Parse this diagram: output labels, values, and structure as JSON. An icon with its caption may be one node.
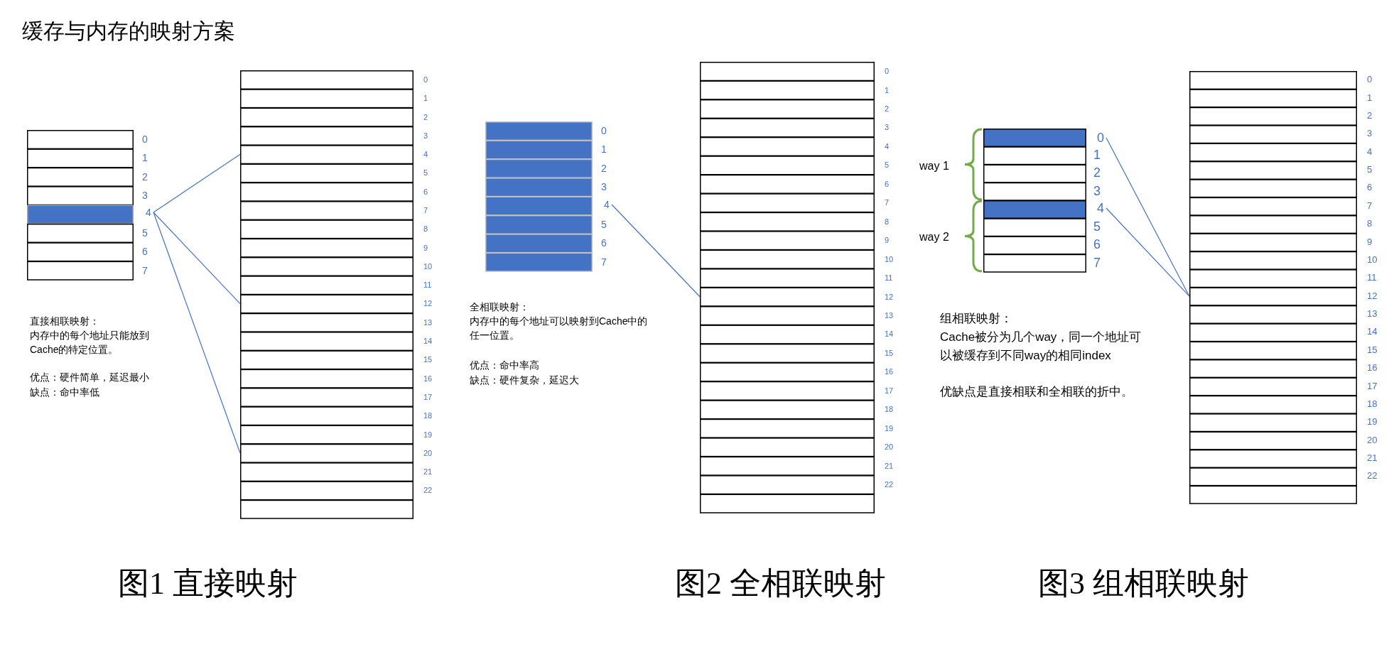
{
  "diagram": {
    "title": "缓存与内存的映射方案",
    "nodes": [
      {
        "text": [],
        "shape": "box"
      },
      {
        "text": [
          "4"
        ]
      },
      {
        "text": [],
        "shape": "box"
      },
      {
        "text": [],
        "shape": "box"
      },
      {
        "text": [
          "4"
        ]
      },
      {
        "text": [],
        "shape": "box"
      },
      {
        "text": [],
        "shape": "box"
      },
      {
        "text": [
          "0"
        ]
      },
      {
        "text": [
          "4"
        ]
      },
      {
        "text": [],
        "shape": "box"
      }
    ],
    "edges": [
      {
        "from": 1,
        "to": 2,
        "arrow": "none"
      },
      {
        "from": 1,
        "to": 2,
        "arrow": "none"
      },
      {
        "from": 1,
        "to": 2,
        "arrow": "none"
      },
      {
        "from": 4,
        "to": 5,
        "arrow": "none"
      },
      {
        "from": 7,
        "to": 9,
        "arrow": "none"
      },
      {
        "from": 8,
        "to": 9,
        "arrow": "none"
      }
    ],
    "labels": [
      "0",
      "1",
      "2",
      "3",
      "5",
      "6",
      "7",
      "0",
      "1",
      "2",
      "3",
      "4",
      "5",
      "6",
      "7",
      "8",
      "9",
      "10",
      "11",
      "12",
      "13",
      "14",
      "15",
      "16",
      "17",
      "18",
      "19",
      "20",
      "21",
      "22",
      "直接相联映射：",
      "内存中的每个地址只能放到Cache的特定位置。",
      "优点：硬件简单，延迟最小",
      "缺点：命中率低",
      "0",
      "1",
      "2",
      "3",
      "5",
      "6",
      "7",
      "0",
      "1",
      "2",
      "3",
      "4",
      "5",
      "6",
      "7",
      "8",
      "9",
      "10",
      "11",
      "12",
      "13",
      "14",
      "15",
      "16",
      "17",
      "18",
      "19",
      "20",
      "21",
      "22",
      "全相联映射：",
      "内存中的每个地址可以映射到Cache中的任一位置。",
      "优点：命中率高",
      "缺点：硬件复杂，延迟大",
      "way 1",
      "way 2",
      "1",
      "2",
      "3",
      "5",
      "6",
      "7",
      "0",
      "1",
      "2",
      "3",
      "4",
      "5",
      "6",
      "7",
      "8",
      "9",
      "10",
      "11",
      "12",
      "13",
      "14",
      "15",
      "16",
      "17",
      "18",
      "19",
      "20",
      "21",
      "22",
      "组相联映射：",
      "Cache被分为几个way，同一个地址可以被缓存到不同way的相同index",
      "优缺点是直接相联和全相联的折中。",
      "图1 直接映射",
      "图2 全相联映射",
      "图3 组相联映射"
    ]
  }
}
